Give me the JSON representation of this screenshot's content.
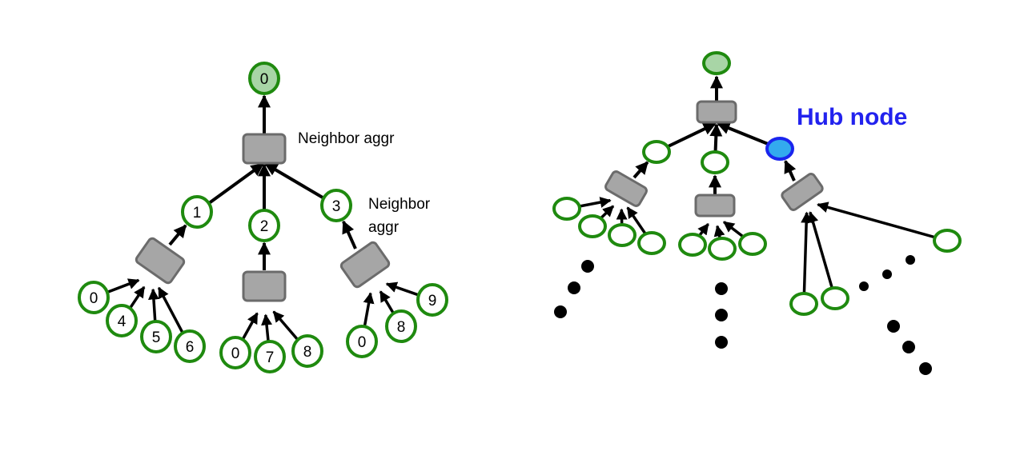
{
  "colors": {
    "node_stroke": "#1f8a0f",
    "root_fill": "#a8d5a6",
    "hub_fill": "#33aaee",
    "hub_stroke": "#1a25ee",
    "hub_label": "#2222ee",
    "aggr_fill": "#a6a6a6",
    "aggr_stroke": "#6b6b6b",
    "edge": "#000000"
  },
  "left_diagram": {
    "label_top_aggr": "Neighbor aggr",
    "label_mid_aggr_line1": "Neighbor",
    "label_mid_aggr_line2": "aggr",
    "root": "0",
    "level1": [
      "1",
      "2",
      "3"
    ],
    "level2": [
      [
        "0",
        "4",
        "5",
        "6"
      ],
      [
        "0",
        "7",
        "8"
      ],
      [
        "0",
        "8",
        "9"
      ]
    ]
  },
  "right_diagram": {
    "hub_label": "Hub node",
    "level1_count": 3,
    "hub_index": 2,
    "level2_counts": [
      4,
      3,
      3
    ],
    "ellipsis_groups": 4
  }
}
